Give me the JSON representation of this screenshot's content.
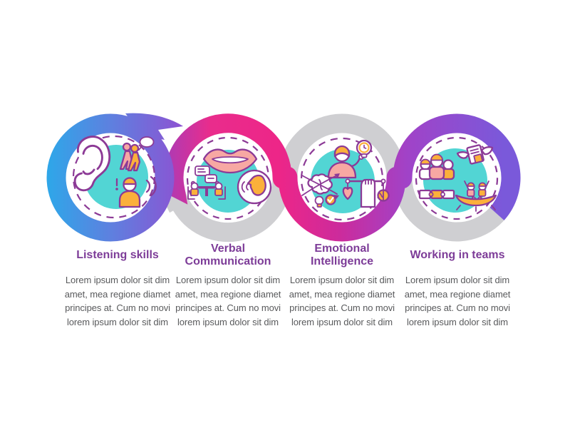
{
  "infographic": {
    "type": "soft-skills process infographic, 4 circular steps linked by a wave ribbon",
    "steps": [
      {
        "title": "Listening skills",
        "description": "Lorem ipsum dolor sit dim amet, mea regione diamet principes at. Cum no movi lorem ipsum dolor sit dim",
        "icons": [
          "ear-icon",
          "walking-people-icon",
          "listening-person-icon"
        ]
      },
      {
        "title": "Verbal Communication",
        "description": "Lorem ipsum dolor sit dim amet, mea regione diamet principes at. Cum no movi lorem ipsum dolor sit dim",
        "icons": [
          "lips-icon",
          "chat-table-icon",
          "speaking-profile-icon"
        ]
      },
      {
        "title": "Emotional Intelligence",
        "description": "Lorem ipsum dolor sit dim amet, mea regione diamet principes at. Cum no movi lorem ipsum dolor sit dim",
        "icons": [
          "person-idea-icon",
          "brain-orbit-icon",
          "balance-fist-icon"
        ]
      },
      {
        "title": "Working in teams",
        "description": "Lorem ipsum dolor sit dim amet, mea regione diamet principes at. Cum no movi lorem ipsum dolor sit dim",
        "icons": [
          "team-group-icon",
          "puzzle-strip-icon",
          "joining-hands-icon",
          "rowing-boat-icon"
        ]
      }
    ],
    "colors": {
      "ring1_blue": "#2EA7E9",
      "ring1_purple": "#8A55D3",
      "ribbon_pink": "#ED2688",
      "ribbon_violet": "#7A59DA",
      "ribbon_gray": "#CFCFD2",
      "inner_teal": "#52D5D4",
      "dashed_circle": "#8C3A96",
      "title_text": "#7D3C98",
      "body_text": "#595A5C",
      "icon_orange": "#FBB03B",
      "icon_salmon": "#F7A8A3"
    }
  }
}
